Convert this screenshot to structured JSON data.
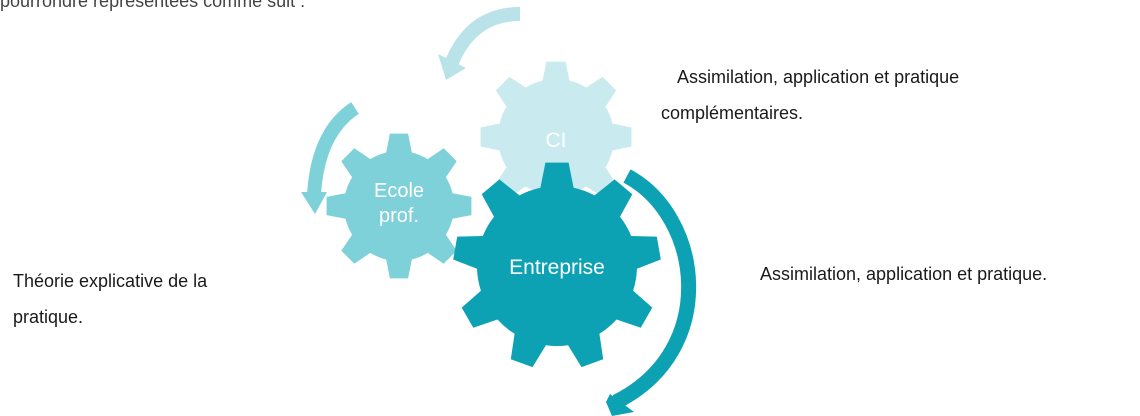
{
  "top_fragment": "pourrondre représentées comme suit :",
  "gears": {
    "ci": {
      "label": "CI",
      "color": "#c9eaee"
    },
    "ecole": {
      "label_line1": "Ecole",
      "label_line2": "prof.",
      "color": "#7ed0d9"
    },
    "entreprise": {
      "label": "Entreprise",
      "color": "#0ca2b4"
    }
  },
  "arrows": {
    "top_color": "#b9e3e9",
    "left_color": "#7ed0d9",
    "right_color": "#0ca2b4"
  },
  "captions": {
    "ci_line1": "Assimilation, application et pratique",
    "ci_line2": "complémentaires.",
    "ecole_line1": "Théorie explicative de la",
    "ecole_line2": "pratique.",
    "entreprise": "Assimilation, application et pratique."
  }
}
